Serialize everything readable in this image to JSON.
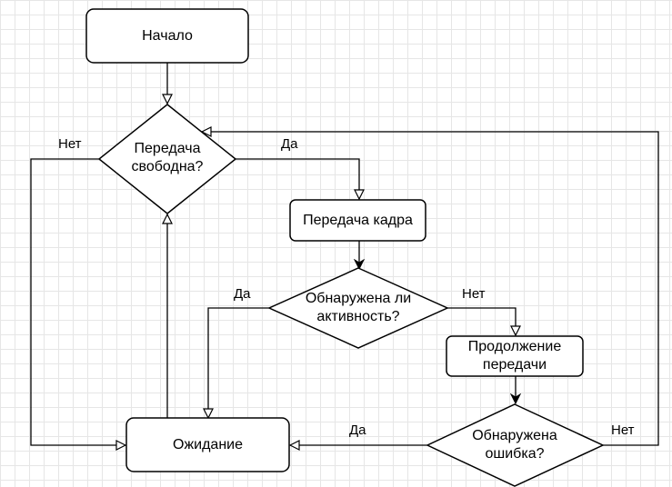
{
  "nodes": {
    "start": "Начало",
    "channel_free": "Передача свободна?",
    "transmit_frame": "Передача кадра",
    "activity_detected": "Обнаружена ли активность?",
    "continue_transmission": "Продолжение передачи",
    "error_detected": "Обнаружена ошибка?",
    "waiting": "Ожидание"
  },
  "edges": {
    "channel_free_yes": "Да",
    "channel_free_no": "Нет",
    "activity_yes": "Да",
    "activity_no": "Нет",
    "error_yes": "Да",
    "error_no": "Нет"
  }
}
